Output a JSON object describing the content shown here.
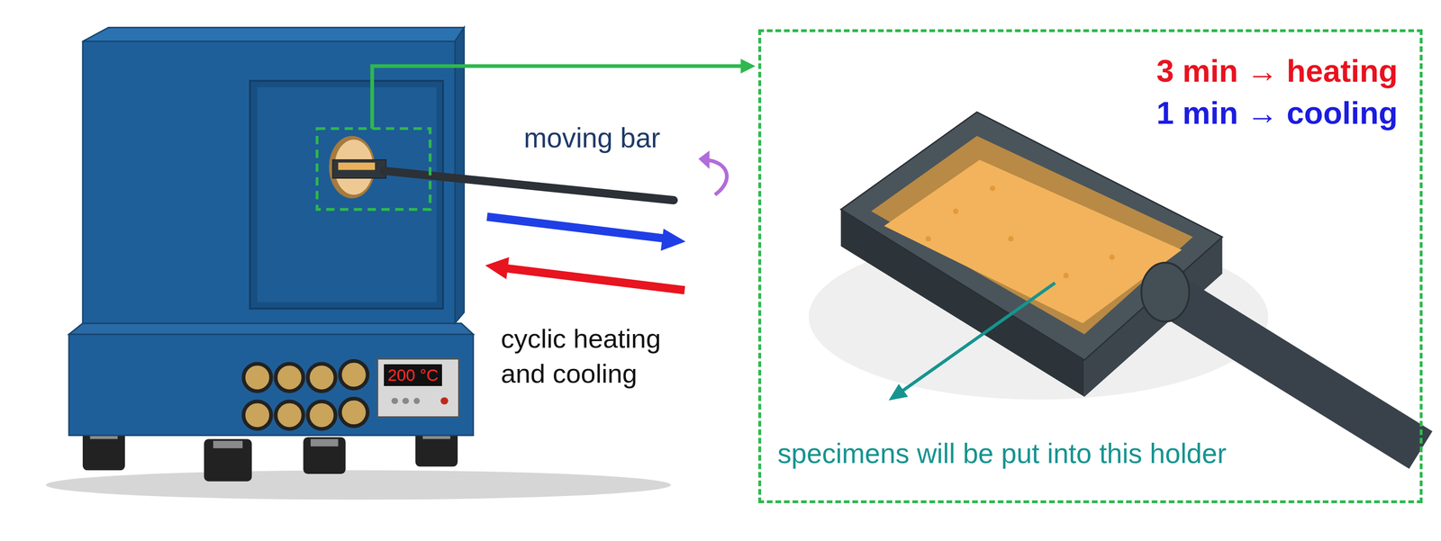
{
  "diagram": {
    "nodes": [
      {
        "text": [
          "3 min → heating",
          "1 min → cooling",
          "specimens will be put into this holder"
        ]
      },
      {
        "text": [
          "200 °C"
        ]
      }
    ],
    "labels": [
      "moving bar",
      "cyclic heating and cooling"
    ]
  }
}
